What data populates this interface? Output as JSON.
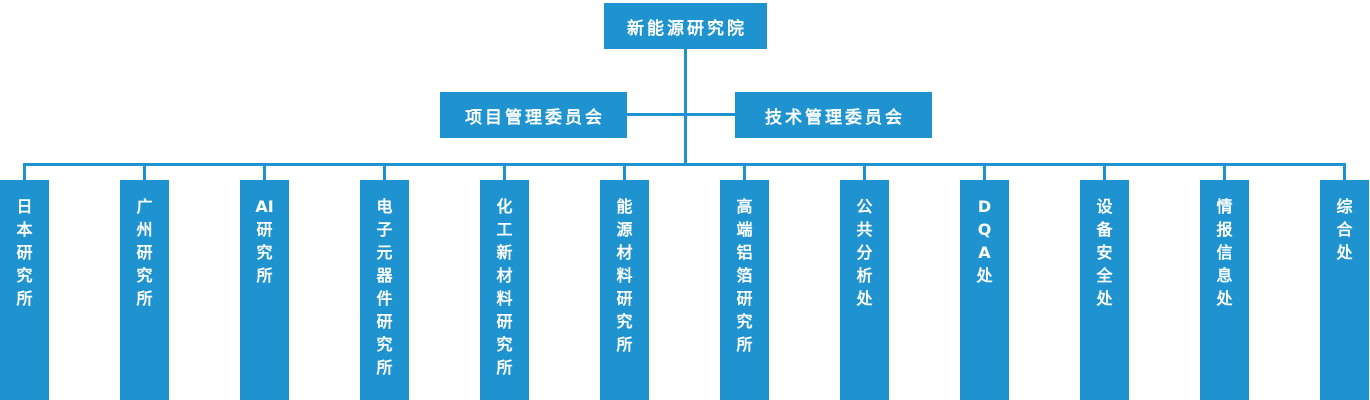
{
  "org_chart": {
    "colors": {
      "primary_blue": "#1e93cf",
      "text_color": "#ffffff",
      "background": "#ffffff"
    },
    "root": {
      "label": "新能源研究院"
    },
    "committees": [
      {
        "label": "项目管理委员会"
      },
      {
        "label": "技术管理委员会"
      }
    ],
    "departments": [
      {
        "label": "日本研究所",
        "lines": [
          "日",
          "本",
          "研",
          "究",
          "所"
        ]
      },
      {
        "label": "广州研究所",
        "lines": [
          "广",
          "州",
          "研",
          "究",
          "所"
        ]
      },
      {
        "label": "AI研究所",
        "lines": [
          "AI",
          "研",
          "究",
          "所"
        ]
      },
      {
        "label": "电子元器件研究所",
        "lines": [
          "电",
          "子",
          "元",
          "器",
          "件",
          "研",
          "究",
          "所"
        ]
      },
      {
        "label": "化工新材料研究所",
        "lines": [
          "化",
          "工",
          "新",
          "材",
          "料",
          "研",
          "究",
          "所"
        ]
      },
      {
        "label": "能源材料研究所",
        "lines": [
          "能",
          "源",
          "材",
          "料",
          "研",
          "究",
          "所"
        ]
      },
      {
        "label": "高端铝箔研究所",
        "lines": [
          "高",
          "端",
          "铝",
          "箔",
          "研",
          "究",
          "所"
        ]
      },
      {
        "label": "公共分析处",
        "lines": [
          "公",
          "共",
          "分",
          "析",
          "处"
        ]
      },
      {
        "label": "DQA处",
        "lines": [
          "D",
          "Q",
          "A",
          "处"
        ]
      },
      {
        "label": "设备安全处",
        "lines": [
          "设",
          "备",
          "安",
          "全",
          "处"
        ]
      },
      {
        "label": "情报信息处",
        "lines": [
          "情",
          "报",
          "信",
          "息",
          "处"
        ]
      },
      {
        "label": "综合处",
        "lines": [
          "综",
          "合",
          "处"
        ]
      }
    ]
  }
}
